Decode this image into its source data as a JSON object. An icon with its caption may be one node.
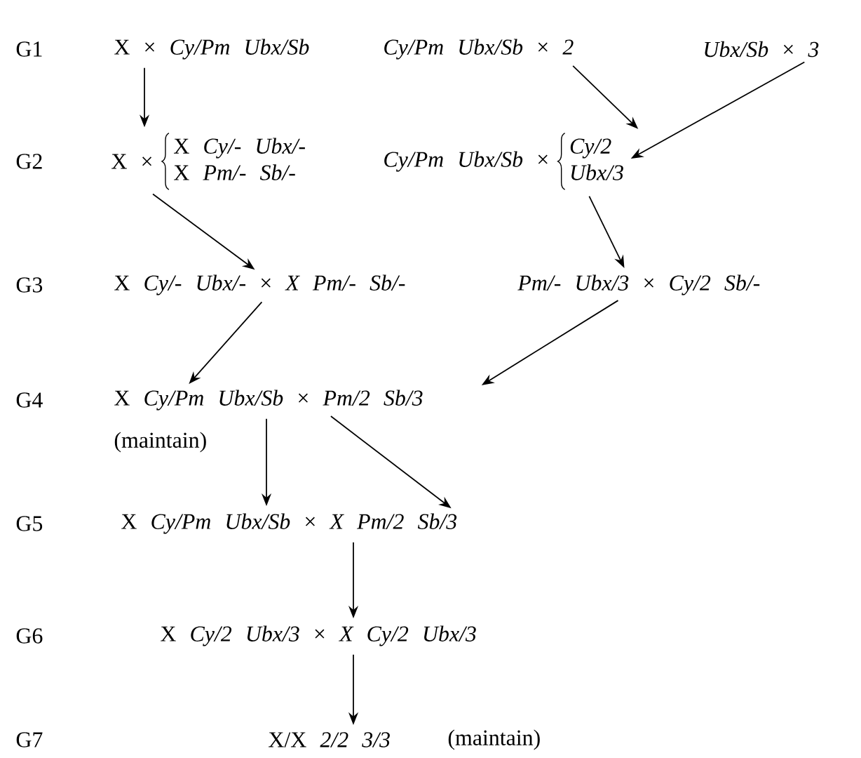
{
  "diagram": {
    "nodes": [
      {
        "text": [
          "X × *Cy/Pm Ubx/Sb*"
        ]
      },
      {
        "text": [
          "*Cy/Pm Ubx/Sb* × *2*"
        ]
      },
      {
        "text": [
          "*Ubx/Sb* × *3*"
        ]
      },
      {
        "text": [
          "X ×",
          "X *Cy/- Ubx/-*",
          "X *Pm/- Sb/-*"
        ]
      },
      {
        "text": [
          "*Cy/Pm Ubx/Sb* ×",
          "*Cy/2*",
          "*Ubx/3*"
        ]
      },
      {
        "text": [
          "X *Cy/- Ubx/-* × *X Pm/- Sb/-*"
        ]
      },
      {
        "text": [
          "*Pm/- Ubx/3* × *Cy/2 Sb/-*"
        ]
      },
      {
        "text": [
          "X *Cy/Pm Ubx/Sb* × *Pm/2 Sb/3*"
        ],
        "beside": [
          "(maintain)"
        ]
      },
      {
        "text": [
          "X *Cy/Pm Ubx/Sb* × *X Pm/2 Sb/3*"
        ]
      },
      {
        "text": [
          "X *Cy/2 Ubx/3* × *X Cy/2 Ubx/3*"
        ]
      },
      {
        "text": [
          "X/X *2/2 3/3*"
        ],
        "beside": [
          "(maintain)"
        ]
      }
    ],
    "edges": [
      {
        "from": 0,
        "to": 3,
        "arrow": "to"
      },
      {
        "from": 1,
        "to": 4,
        "arrow": "to"
      },
      {
        "from": 2,
        "to": 4,
        "arrow": "to"
      },
      {
        "from": 3,
        "to": 5,
        "arrow": "to"
      },
      {
        "from": 4,
        "to": 6,
        "arrow": "to"
      },
      {
        "from": 5,
        "to": 7,
        "arrow": "to"
      },
      {
        "from": 6,
        "to": 7,
        "arrow": "to"
      },
      {
        "from": 7,
        "to": 8,
        "arrow": "to"
      },
      {
        "from": 7,
        "to": 8,
        "arrow": "to"
      },
      {
        "from": 8,
        "to": 9,
        "arrow": "to"
      },
      {
        "from": 9,
        "to": 10,
        "arrow": "to"
      }
    ],
    "labels": [
      "G1",
      "G2",
      "G3",
      "G4",
      "G5",
      "G6",
      "G7"
    ]
  }
}
